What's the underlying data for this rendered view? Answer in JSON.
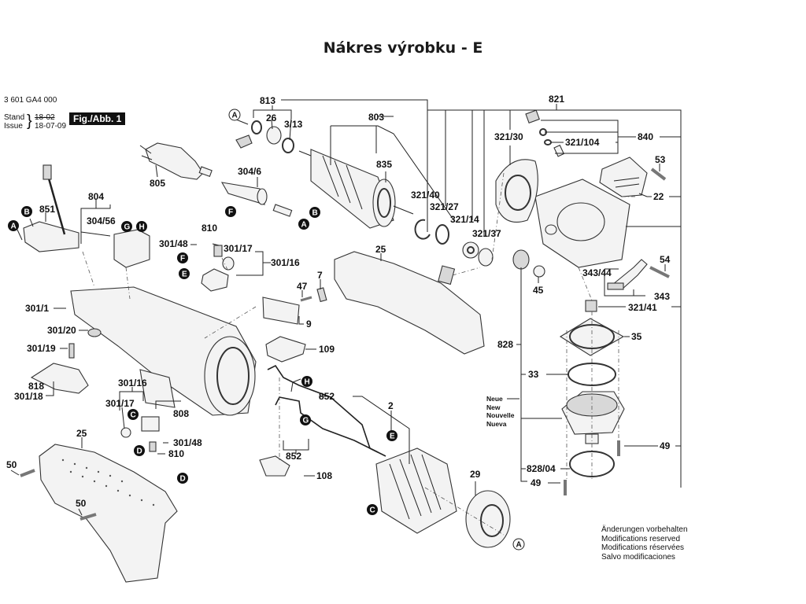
{
  "header": {
    "title": "Nákres výrobku - E",
    "product_number": "3 601 GA4 000",
    "stand_label": "Stand",
    "issue_label": "Issue",
    "stand_value_struck": "18-02",
    "issue_value": "18-07-09",
    "figure_label": "Fig./Abb. 1"
  },
  "notes": {
    "lines": [
      "Änderungen vorbehalten",
      "Modifications reserved",
      "Modifications réservées",
      "Salvo modificaciones"
    ]
  },
  "new_label": {
    "lines": [
      "Neue",
      "New",
      "Nouvelle",
      "Nueva"
    ]
  },
  "part_labels": [
    "813",
    "26",
    "3/13",
    "803",
    "835",
    "805",
    "304/6",
    "804",
    "851",
    "304/56",
    "810",
    "301/48",
    "301/17",
    "301/16",
    "301/1",
    "301/20",
    "301/19",
    "818",
    "301/18",
    "301/16",
    "301/17",
    "808",
    "301/48",
    "810",
    "25",
    "50",
    "50",
    "25",
    "47",
    "7",
    "9",
    "109",
    "852",
    "852",
    "2",
    "108",
    "29",
    "821",
    "321/30",
    "840",
    "321/104",
    "53",
    "22",
    "321/40",
    "321/27",
    "321/14",
    "321/37",
    "45",
    "343/44",
    "54",
    "343",
    "321/41",
    "828",
    "35",
    "33",
    "49",
    "828/04",
    "49"
  ],
  "connector_markers": {
    "black": [
      "A",
      "B",
      "G",
      "H",
      "F",
      "E",
      "A",
      "B",
      "F",
      "C",
      "D",
      "D",
      "H",
      "G",
      "E",
      "C"
    ],
    "outline": [
      "A",
      "A"
    ]
  }
}
